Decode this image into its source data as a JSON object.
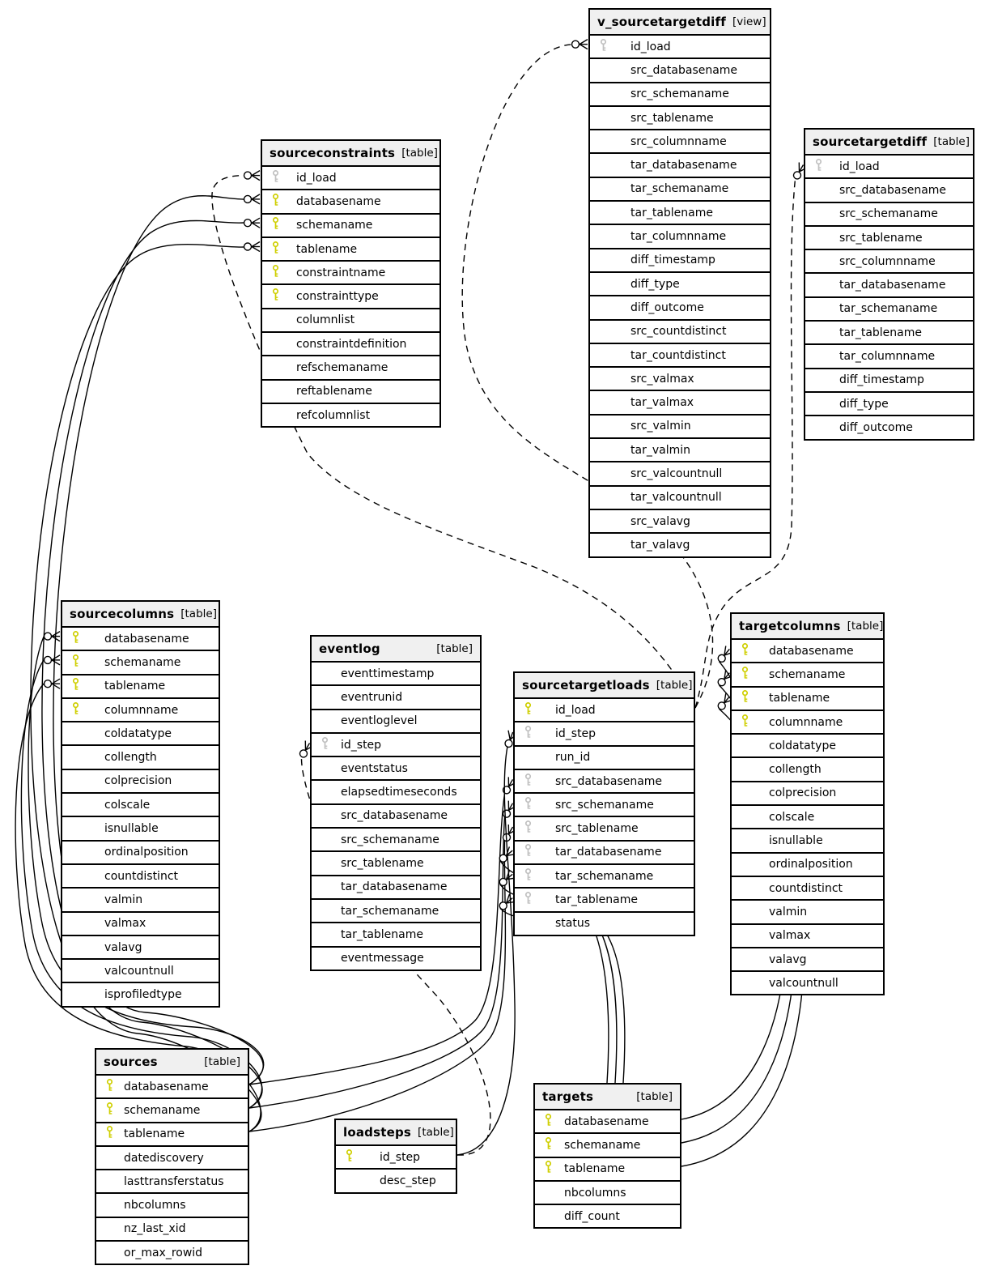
{
  "diagram": {
    "title": "database schema relationships diagram",
    "colors": {
      "background": "#ffffff",
      "entity_border": "#000000",
      "header_bg": "#f0f0f0",
      "relationship_line": "#000000",
      "primary_key": "#cfcf00",
      "implied_key": "#c0c0c0"
    },
    "icons": {
      "primary_key": "primary-key-icon",
      "implied_key": "implied-key-icon",
      "cardinality": "crowfoot-marker"
    }
  },
  "entities": [
    {
      "name": "v_sourcetargetdiff",
      "type": "[view]",
      "columns": [
        {
          "name": "id_load",
          "key": "ref"
        },
        {
          "name": "src_databasename"
        },
        {
          "name": "src_schemaname"
        },
        {
          "name": "src_tablename"
        },
        {
          "name": "src_columnname"
        },
        {
          "name": "tar_databasename"
        },
        {
          "name": "tar_schemaname"
        },
        {
          "name": "tar_tablename"
        },
        {
          "name": "tar_columnname"
        },
        {
          "name": "diff_timestamp"
        },
        {
          "name": "diff_type"
        },
        {
          "name": "diff_outcome"
        },
        {
          "name": "src_countdistinct"
        },
        {
          "name": "tar_countdistinct"
        },
        {
          "name": "src_valmax"
        },
        {
          "name": "tar_valmax"
        },
        {
          "name": "src_valmin"
        },
        {
          "name": "tar_valmin"
        },
        {
          "name": "src_valcountnull"
        },
        {
          "name": "tar_valcountnull"
        },
        {
          "name": "src_valavg"
        },
        {
          "name": "tar_valavg"
        }
      ]
    },
    {
      "name": "sourcetargetdiff",
      "type": "[table]",
      "columns": [
        {
          "name": "id_load",
          "key": "ref"
        },
        {
          "name": "src_databasename"
        },
        {
          "name": "src_schemaname"
        },
        {
          "name": "src_tablename"
        },
        {
          "name": "src_columnname"
        },
        {
          "name": "tar_databasename"
        },
        {
          "name": "tar_schemaname"
        },
        {
          "name": "tar_tablename"
        },
        {
          "name": "tar_columnname"
        },
        {
          "name": "diff_timestamp"
        },
        {
          "name": "diff_type"
        },
        {
          "name": "diff_outcome"
        }
      ]
    },
    {
      "name": "sourceconstraints",
      "type": "[table]",
      "columns": [
        {
          "name": "id_load",
          "key": "ref"
        },
        {
          "name": "databasename",
          "key": "pk"
        },
        {
          "name": "schemaname",
          "key": "pk"
        },
        {
          "name": "tablename",
          "key": "pk"
        },
        {
          "name": "constraintname",
          "key": "pk"
        },
        {
          "name": "constrainttype",
          "key": "pk"
        },
        {
          "name": "columnlist"
        },
        {
          "name": "constraintdefinition"
        },
        {
          "name": "refschemaname"
        },
        {
          "name": "reftablename"
        },
        {
          "name": "refcolumnlist"
        }
      ]
    },
    {
      "name": "sourcecolumns",
      "type": "[table]",
      "columns": [
        {
          "name": "databasename",
          "key": "pk"
        },
        {
          "name": "schemaname",
          "key": "pk"
        },
        {
          "name": "tablename",
          "key": "pk"
        },
        {
          "name": "columnname",
          "key": "pk"
        },
        {
          "name": "coldatatype"
        },
        {
          "name": "collength"
        },
        {
          "name": "colprecision"
        },
        {
          "name": "colscale"
        },
        {
          "name": "isnullable"
        },
        {
          "name": "ordinalposition"
        },
        {
          "name": "countdistinct"
        },
        {
          "name": "valmin"
        },
        {
          "name": "valmax"
        },
        {
          "name": "valavg"
        },
        {
          "name": "valcountnull"
        },
        {
          "name": "isprofiledtype"
        }
      ]
    },
    {
      "name": "eventlog",
      "type": "[table]",
      "columns": [
        {
          "name": "eventtimestamp"
        },
        {
          "name": "eventrunid"
        },
        {
          "name": "eventloglevel"
        },
        {
          "name": "id_step",
          "key": "ref"
        },
        {
          "name": "eventstatus"
        },
        {
          "name": "elapsedtimeseconds"
        },
        {
          "name": "src_databasename"
        },
        {
          "name": "src_schemaname"
        },
        {
          "name": "src_tablename"
        },
        {
          "name": "tar_databasename"
        },
        {
          "name": "tar_schemaname"
        },
        {
          "name": "tar_tablename"
        },
        {
          "name": "eventmessage"
        }
      ]
    },
    {
      "name": "sourcetargetloads",
      "type": "[table]",
      "columns": [
        {
          "name": "id_load",
          "key": "pk"
        },
        {
          "name": "id_step",
          "key": "ref"
        },
        {
          "name": "run_id"
        },
        {
          "name": "src_databasename",
          "key": "ref"
        },
        {
          "name": "src_schemaname",
          "key": "ref"
        },
        {
          "name": "src_tablename",
          "key": "ref"
        },
        {
          "name": "tar_databasename",
          "key": "ref"
        },
        {
          "name": "tar_schemaname",
          "key": "ref"
        },
        {
          "name": "tar_tablename",
          "key": "ref"
        },
        {
          "name": "status"
        }
      ]
    },
    {
      "name": "targetcolumns",
      "type": "[table]",
      "columns": [
        {
          "name": "databasename",
          "key": "pk"
        },
        {
          "name": "schemaname",
          "key": "pk"
        },
        {
          "name": "tablename",
          "key": "pk"
        },
        {
          "name": "columnname",
          "key": "pk"
        },
        {
          "name": "coldatatype"
        },
        {
          "name": "collength"
        },
        {
          "name": "colprecision"
        },
        {
          "name": "colscale"
        },
        {
          "name": "isnullable"
        },
        {
          "name": "ordinalposition"
        },
        {
          "name": "countdistinct"
        },
        {
          "name": "valmin"
        },
        {
          "name": "valmax"
        },
        {
          "name": "valavg"
        },
        {
          "name": "valcountnull"
        }
      ]
    },
    {
      "name": "sources",
      "type": "[table]",
      "columns": [
        {
          "name": "databasename",
          "key": "pk"
        },
        {
          "name": "schemaname",
          "key": "pk"
        },
        {
          "name": "tablename",
          "key": "pk"
        },
        {
          "name": "datediscovery"
        },
        {
          "name": "lasttransferstatus"
        },
        {
          "name": "nbcolumns"
        },
        {
          "name": "nz_last_xid"
        },
        {
          "name": "or_max_rowid"
        }
      ]
    },
    {
      "name": "loadsteps",
      "type": "[table]",
      "columns": [
        {
          "name": "id_step",
          "key": "pk"
        },
        {
          "name": "desc_step"
        }
      ]
    },
    {
      "name": "targets",
      "type": "[table]",
      "columns": [
        {
          "name": "databasename",
          "key": "pk"
        },
        {
          "name": "schemaname",
          "key": "pk"
        },
        {
          "name": "tablename",
          "key": "pk"
        },
        {
          "name": "nbcolumns"
        },
        {
          "name": "diff_count"
        }
      ]
    }
  ],
  "relationships": [
    {
      "from": "sources.databasename",
      "to": "sourcecolumns.databasename",
      "style": "solid"
    },
    {
      "from": "sources.schemaname",
      "to": "sourcecolumns.schemaname",
      "style": "solid"
    },
    {
      "from": "sources.tablename",
      "to": "sourcecolumns.tablename",
      "style": "solid"
    },
    {
      "from": "sources.databasename",
      "to": "sourceconstraints.databasename",
      "style": "solid"
    },
    {
      "from": "sources.schemaname",
      "to": "sourceconstraints.schemaname",
      "style": "solid"
    },
    {
      "from": "sources.tablename",
      "to": "sourceconstraints.tablename",
      "style": "solid"
    },
    {
      "from": "sources.databasename",
      "to": "sourcetargetloads.src_databasename",
      "style": "solid"
    },
    {
      "from": "sources.schemaname",
      "to": "sourcetargetloads.src_schemaname",
      "style": "solid"
    },
    {
      "from": "sources.tablename",
      "to": "sourcetargetloads.src_tablename",
      "style": "solid"
    },
    {
      "from": "targets.databasename",
      "to": "targetcolumns.databasename",
      "style": "solid"
    },
    {
      "from": "targets.schemaname",
      "to": "targetcolumns.schemaname",
      "style": "solid"
    },
    {
      "from": "targets.tablename",
      "to": "targetcolumns.tablename",
      "style": "solid"
    },
    {
      "from": "targets.databasename",
      "to": "sourcetargetloads.tar_databasename",
      "style": "solid"
    },
    {
      "from": "targets.schemaname",
      "to": "sourcetargetloads.tar_schemaname",
      "style": "solid"
    },
    {
      "from": "targets.tablename",
      "to": "sourcetargetloads.tar_tablename",
      "style": "solid"
    },
    {
      "from": "loadsteps.id_step",
      "to": "sourcetargetloads.id_step",
      "style": "solid"
    },
    {
      "from": "sourcetargetloads.id_load",
      "to": "v_sourcetargetdiff.id_load",
      "style": "dashed"
    },
    {
      "from": "sourcetargetloads.id_load",
      "to": "sourcetargetdiff.id_load",
      "style": "dashed"
    },
    {
      "from": "sourcetargetloads.id_load",
      "to": "sourceconstraints.id_load",
      "style": "dashed"
    },
    {
      "from": "loadsteps.id_step",
      "to": "eventlog.id_step",
      "style": "dashed"
    }
  ]
}
